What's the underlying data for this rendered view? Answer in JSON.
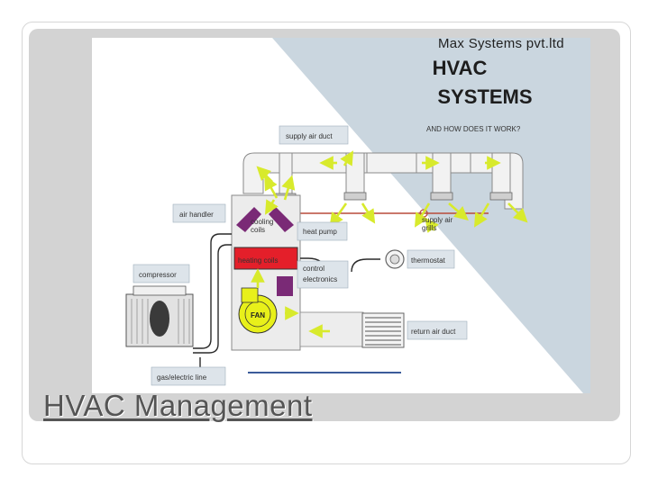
{
  "slide": {
    "company": "Max Systems pvt.ltd",
    "title": "HVAC Management"
  },
  "diagram": {
    "heading_line1": "HVAC",
    "heading_line2": "SYSTEMS",
    "subheading": "AND HOW DOES IT WORK?",
    "labels": {
      "supply_air_duct": "supply air duct",
      "air_handler": "air handler",
      "cooling_coils_1": "cooling",
      "cooling_coils_2": "coils",
      "heat_pump": "heat pump",
      "heating_coils": "heating coils",
      "compressor": "compressor",
      "control_electronics_1": "control",
      "control_electronics_2": "electronics",
      "thermostat": "thermostat",
      "supply_air_grills_1": "supply air",
      "supply_air_grills_2": "grills",
      "return_air_duct": "return air duct",
      "gas_electric_line": "gas/electric line",
      "fan": "FAN"
    },
    "colors": {
      "background_triangle": "#cad6df",
      "duct": "#f2f2f2",
      "airflow_arrow": "#d8ea2c",
      "cooling_coils": "#7a2a76",
      "heating_coils": "#e41f2a",
      "fan": "#e8f01a",
      "pipe": "#2a2a2a",
      "refrigerant_line": "#b84a3a"
    }
  }
}
